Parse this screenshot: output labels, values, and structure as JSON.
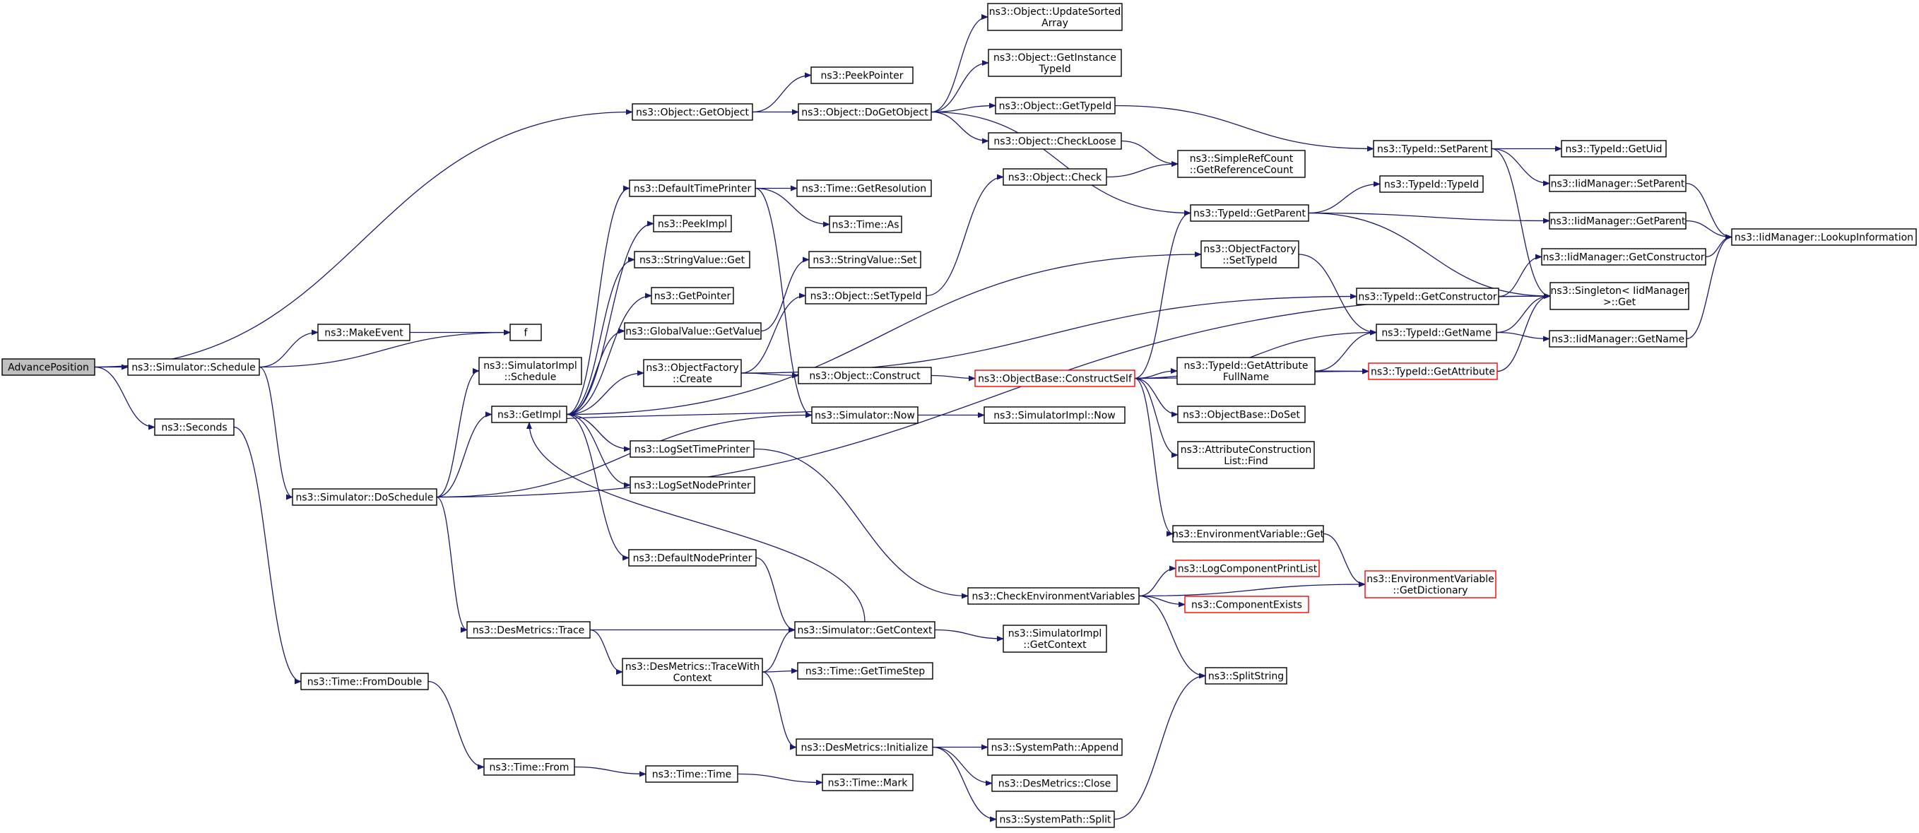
{
  "colors": {
    "edge": "#191970",
    "node_border": "#000000",
    "node_border_highlight": "#ff0000",
    "root_fill": "#bfbfbf",
    "node_fill": "#ffffff"
  },
  "nodes": [
    {
      "id": "advancePosition",
      "lines": [
        "AdvancePosition"
      ],
      "style": "root"
    },
    {
      "id": "simulatorSchedule",
      "lines": [
        "ns3::Simulator::Schedule"
      ]
    },
    {
      "id": "seconds",
      "lines": [
        "ns3::Seconds"
      ]
    },
    {
      "id": "makeEvent",
      "lines": [
        "ns3::MakeEvent"
      ]
    },
    {
      "id": "f",
      "lines": [
        "f"
      ]
    },
    {
      "id": "simulatorDoSchedule",
      "lines": [
        "ns3::Simulator::DoSchedule"
      ]
    },
    {
      "id": "timeFromDouble",
      "lines": [
        "ns3::Time::FromDouble"
      ]
    },
    {
      "id": "simImplSchedule",
      "lines": [
        "ns3::SimulatorImpl",
        "::Schedule"
      ]
    },
    {
      "id": "getImpl",
      "lines": [
        "ns3::GetImpl"
      ]
    },
    {
      "id": "desMetricsTrace",
      "lines": [
        "ns3::DesMetrics::Trace"
      ]
    },
    {
      "id": "timeFrom",
      "lines": [
        "ns3::Time::From"
      ]
    },
    {
      "id": "timeTime",
      "lines": [
        "ns3::Time::Time"
      ]
    },
    {
      "id": "timeMark",
      "lines": [
        "ns3::Time::Mark"
      ]
    },
    {
      "id": "objectGetObject",
      "lines": [
        "ns3::Object::GetObject"
      ]
    },
    {
      "id": "defaultTimePrinter",
      "lines": [
        "ns3::DefaultTimePrinter"
      ]
    },
    {
      "id": "peekImpl",
      "lines": [
        "ns3::PeekImpl"
      ]
    },
    {
      "id": "stringValueGet",
      "lines": [
        "ns3::StringValue::Get"
      ]
    },
    {
      "id": "getPointer",
      "lines": [
        "ns3::GetPointer"
      ]
    },
    {
      "id": "globalValueGetValue",
      "lines": [
        "ns3::GlobalValue::GetValue"
      ]
    },
    {
      "id": "objectFactoryCreate",
      "lines": [
        "ns3::ObjectFactory",
        "::Create"
      ]
    },
    {
      "id": "logSetTimePrinter",
      "lines": [
        "ns3::LogSetTimePrinter"
      ]
    },
    {
      "id": "logSetNodePrinter",
      "lines": [
        "ns3::LogSetNodePrinter"
      ]
    },
    {
      "id": "defaultNodePrinter",
      "lines": [
        "ns3::DefaultNodePrinter"
      ]
    },
    {
      "id": "desMetricsTraceWithContext",
      "lines": [
        "ns3::DesMetrics::TraceWith",
        "Context"
      ]
    },
    {
      "id": "peekPointer",
      "lines": [
        "ns3::PeekPointer"
      ]
    },
    {
      "id": "objectDoGetObject",
      "lines": [
        "ns3::Object::DoGetObject"
      ]
    },
    {
      "id": "timeGetResolution",
      "lines": [
        "ns3::Time::GetResolution"
      ]
    },
    {
      "id": "timeAs",
      "lines": [
        "ns3::Time::As"
      ]
    },
    {
      "id": "stringValueSet",
      "lines": [
        "ns3::StringValue::Set"
      ]
    },
    {
      "id": "objectSetTypeId",
      "lines": [
        "ns3::Object::SetTypeId"
      ]
    },
    {
      "id": "objectConstruct",
      "lines": [
        "ns3::Object::Construct"
      ]
    },
    {
      "id": "simulatorNow",
      "lines": [
        "ns3::Simulator::Now"
      ]
    },
    {
      "id": "simulatorGetContext",
      "lines": [
        "ns3::Simulator::GetContext"
      ]
    },
    {
      "id": "timeGetTimeStep",
      "lines": [
        "ns3::Time::GetTimeStep"
      ]
    },
    {
      "id": "desMetricsInitialize",
      "lines": [
        "ns3::DesMetrics::Initialize"
      ]
    },
    {
      "id": "objectUpdateSortedArray",
      "lines": [
        "ns3::Object::UpdateSorted",
        "Array"
      ]
    },
    {
      "id": "objectGetInstanceTypeId",
      "lines": [
        "ns3::Object::GetInstance",
        "TypeId"
      ]
    },
    {
      "id": "objectGetTypeId",
      "lines": [
        "ns3::Object::GetTypeId"
      ]
    },
    {
      "id": "objectCheckLoose",
      "lines": [
        "ns3::Object::CheckLoose"
      ]
    },
    {
      "id": "objectCheck",
      "lines": [
        "ns3::Object::Check"
      ]
    },
    {
      "id": "objectBaseConstructSelf",
      "lines": [
        "ns3::ObjectBase::ConstructSelf"
      ],
      "style": "red"
    },
    {
      "id": "simImplNow",
      "lines": [
        "ns3::SimulatorImpl::Now"
      ]
    },
    {
      "id": "checkEnvVars",
      "lines": [
        "ns3::CheckEnvironmentVariables"
      ]
    },
    {
      "id": "simImplGetContext",
      "lines": [
        "ns3::SimulatorImpl",
        "::GetContext"
      ]
    },
    {
      "id": "systemPathAppend",
      "lines": [
        "ns3::SystemPath::Append"
      ]
    },
    {
      "id": "desMetricsClose",
      "lines": [
        "ns3::DesMetrics::Close"
      ]
    },
    {
      "id": "systemPathSplit",
      "lines": [
        "ns3::SystemPath::Split"
      ]
    },
    {
      "id": "simpleRefCount",
      "lines": [
        "ns3::SimpleRefCount",
        "::GetReferenceCount"
      ]
    },
    {
      "id": "typeIdGetParent",
      "lines": [
        "ns3::TypeId::GetParent"
      ]
    },
    {
      "id": "objectFactorySetTypeId",
      "lines": [
        "ns3::ObjectFactory",
        "::SetTypeId"
      ]
    },
    {
      "id": "typeIdGetAttributeFullName",
      "lines": [
        "ns3::TypeId::GetAttribute",
        "FullName"
      ]
    },
    {
      "id": "objectBaseDoSet",
      "lines": [
        "ns3::ObjectBase::DoSet"
      ]
    },
    {
      "id": "attributeConstructionListFind",
      "lines": [
        "ns3::AttributeConstruction",
        "List::Find"
      ]
    },
    {
      "id": "envVarGet",
      "lines": [
        "ns3::EnvironmentVariable::Get"
      ]
    },
    {
      "id": "logComponentPrintList",
      "lines": [
        "ns3::LogComponentPrintList"
      ],
      "style": "red"
    },
    {
      "id": "componentExists",
      "lines": [
        "ns3::ComponentExists"
      ],
      "style": "red"
    },
    {
      "id": "splitString",
      "lines": [
        "ns3::SplitString"
      ]
    },
    {
      "id": "typeIdSetParent",
      "lines": [
        "ns3::TypeId::SetParent"
      ]
    },
    {
      "id": "typeIdTypeId",
      "lines": [
        "ns3::TypeId::TypeId"
      ]
    },
    {
      "id": "typeIdGetConstructor",
      "lines": [
        "ns3::TypeId::GetConstructor"
      ]
    },
    {
      "id": "typeIdGetName",
      "lines": [
        "ns3::TypeId::GetName"
      ]
    },
    {
      "id": "typeIdGetAttribute",
      "lines": [
        "ns3::TypeId::GetAttribute"
      ],
      "style": "red"
    },
    {
      "id": "envVarGetDictionary",
      "lines": [
        "ns3::EnvironmentVariable",
        "::GetDictionary"
      ],
      "style": "red"
    },
    {
      "id": "typeIdGetUid",
      "lines": [
        "ns3::TypeId::GetUid"
      ]
    },
    {
      "id": "iidManagerSetParent",
      "lines": [
        "ns3::IidManager::SetParent"
      ]
    },
    {
      "id": "iidManagerGetParent",
      "lines": [
        "ns3::IidManager::GetParent"
      ]
    },
    {
      "id": "iidManagerGetConstructor",
      "lines": [
        "ns3::IidManager::GetConstructor"
      ]
    },
    {
      "id": "singletonGet",
      "lines": [
        "ns3::Singleton< IidManager",
        " >::Get"
      ]
    },
    {
      "id": "iidManagerGetName",
      "lines": [
        "ns3::IidManager::GetName"
      ]
    },
    {
      "id": "iidManagerLookupInformation",
      "lines": [
        "ns3::IidManager::LookupInformation"
      ]
    }
  ],
  "edges": [
    [
      "advancePosition",
      "objectGetObject"
    ],
    [
      "advancePosition",
      "simulatorSchedule"
    ],
    [
      "advancePosition",
      "seconds"
    ],
    [
      "simulatorSchedule",
      "makeEvent"
    ],
    [
      "simulatorSchedule",
      "f"
    ],
    [
      "simulatorSchedule",
      "simulatorDoSchedule"
    ],
    [
      "makeEvent",
      "f"
    ],
    [
      "seconds",
      "timeFromDouble"
    ],
    [
      "timeFromDouble",
      "timeFrom"
    ],
    [
      "timeFrom",
      "timeTime"
    ],
    [
      "timeTime",
      "timeMark"
    ],
    [
      "simulatorDoSchedule",
      "simImplSchedule"
    ],
    [
      "simulatorDoSchedule",
      "getImpl"
    ],
    [
      "simulatorDoSchedule",
      "simulatorNow"
    ],
    [
      "simulatorDoSchedule",
      "desMetricsTrace"
    ],
    [
      "simulatorDoSchedule",
      "singletonGet"
    ],
    [
      "getImpl",
      "defaultTimePrinter"
    ],
    [
      "getImpl",
      "peekImpl"
    ],
    [
      "getImpl",
      "stringValueGet"
    ],
    [
      "getImpl",
      "getPointer"
    ],
    [
      "getImpl",
      "globalValueGetValue"
    ],
    [
      "getImpl",
      "objectFactoryCreate"
    ],
    [
      "getImpl",
      "logSetTimePrinter"
    ],
    [
      "getImpl",
      "logSetNodePrinter"
    ],
    [
      "getImpl",
      "defaultNodePrinter"
    ],
    [
      "getImpl",
      "objectFactorySetTypeId"
    ],
    [
      "defaultTimePrinter",
      "timeGetResolution"
    ],
    [
      "defaultTimePrinter",
      "timeAs"
    ],
    [
      "defaultTimePrinter",
      "simulatorNow"
    ],
    [
      "globalValueGetValue",
      "stringValueSet"
    ],
    [
      "objectFactoryCreate",
      "objectSetTypeId"
    ],
    [
      "objectFactoryCreate",
      "objectConstruct"
    ],
    [
      "objectFactoryCreate",
      "typeIdGetConstructor"
    ],
    [
      "objectSetTypeId",
      "objectCheck"
    ],
    [
      "objectConstruct",
      "objectBaseConstructSelf"
    ],
    [
      "simulatorNow",
      "getImpl"
    ],
    [
      "simulatorNow",
      "simImplNow"
    ],
    [
      "simulatorGetContext",
      "getImpl"
    ],
    [
      "simulatorGetContext",
      "simImplGetContext"
    ],
    [
      "defaultNodePrinter",
      "simulatorGetContext"
    ],
    [
      "logSetTimePrinter",
      "checkEnvVars"
    ],
    [
      "desMetricsTrace",
      "simulatorGetContext"
    ],
    [
      "desMetricsTrace",
      "desMetricsTraceWithContext"
    ],
    [
      "desMetricsTraceWithContext",
      "simulatorGetContext"
    ],
    [
      "desMetricsTraceWithContext",
      "timeGetTimeStep"
    ],
    [
      "desMetricsTraceWithContext",
      "desMetricsInitialize"
    ],
    [
      "desMetricsInitialize",
      "systemPathAppend"
    ],
    [
      "desMetricsInitialize",
      "desMetricsClose"
    ],
    [
      "desMetricsInitialize",
      "systemPathSplit"
    ],
    [
      "systemPathSplit",
      "splitString"
    ],
    [
      "objectGetObject",
      "peekPointer"
    ],
    [
      "objectGetObject",
      "objectDoGetObject"
    ],
    [
      "objectDoGetObject",
      "objectUpdateSortedArray"
    ],
    [
      "objectDoGetObject",
      "objectGetInstanceTypeId"
    ],
    [
      "objectDoGetObject",
      "objectGetTypeId"
    ],
    [
      "objectDoGetObject",
      "objectCheckLoose"
    ],
    [
      "objectDoGetObject",
      "typeIdGetParent"
    ],
    [
      "objectCheckLoose",
      "simpleRefCount"
    ],
    [
      "objectCheck",
      "simpleRefCount"
    ],
    [
      "objectGetTypeId",
      "typeIdSetParent"
    ],
    [
      "objectBaseConstructSelf",
      "typeIdGetParent"
    ],
    [
      "objectBaseConstructSelf",
      "typeIdGetName"
    ],
    [
      "objectBaseConstructSelf",
      "typeIdGetAttributeFullName"
    ],
    [
      "objectBaseConstructSelf",
      "objectBaseDoSet"
    ],
    [
      "objectBaseConstructSelf",
      "attributeConstructionListFind"
    ],
    [
      "objectBaseConstructSelf",
      "envVarGet"
    ],
    [
      "objectBaseConstructSelf",
      "typeIdGetAttribute"
    ],
    [
      "objectFactorySetTypeId",
      "typeIdGetName"
    ],
    [
      "typeIdGetAttributeFullName",
      "typeIdGetName"
    ],
    [
      "typeIdGetAttributeFullName",
      "typeIdGetAttribute"
    ],
    [
      "envVarGet",
      "envVarGetDictionary"
    ],
    [
      "checkEnvVars",
      "logComponentPrintList"
    ],
    [
      "checkEnvVars",
      "componentExists"
    ],
    [
      "checkEnvVars",
      "envVarGetDictionary"
    ],
    [
      "checkEnvVars",
      "splitString"
    ],
    [
      "typeIdGetParent",
      "typeIdTypeId"
    ],
    [
      "typeIdGetParent",
      "iidManagerGetParent"
    ],
    [
      "typeIdGetParent",
      "singletonGet"
    ],
    [
      "typeIdGetConstructor",
      "iidManagerGetConstructor"
    ],
    [
      "typeIdGetConstructor",
      "singletonGet"
    ],
    [
      "typeIdGetName",
      "singletonGet"
    ],
    [
      "typeIdGetName",
      "iidManagerGetName"
    ],
    [
      "typeIdGetAttribute",
      "singletonGet"
    ],
    [
      "typeIdSetParent",
      "typeIdGetUid"
    ],
    [
      "typeIdSetParent",
      "iidManagerSetParent"
    ],
    [
      "typeIdSetParent",
      "singletonGet"
    ],
    [
      "iidManagerSetParent",
      "iidManagerLookupInformation"
    ],
    [
      "iidManagerGetParent",
      "iidManagerLookupInformation"
    ],
    [
      "iidManagerGetConstructor",
      "iidManagerLookupInformation"
    ],
    [
      "iidManagerGetName",
      "iidManagerLookupInformation"
    ]
  ]
}
